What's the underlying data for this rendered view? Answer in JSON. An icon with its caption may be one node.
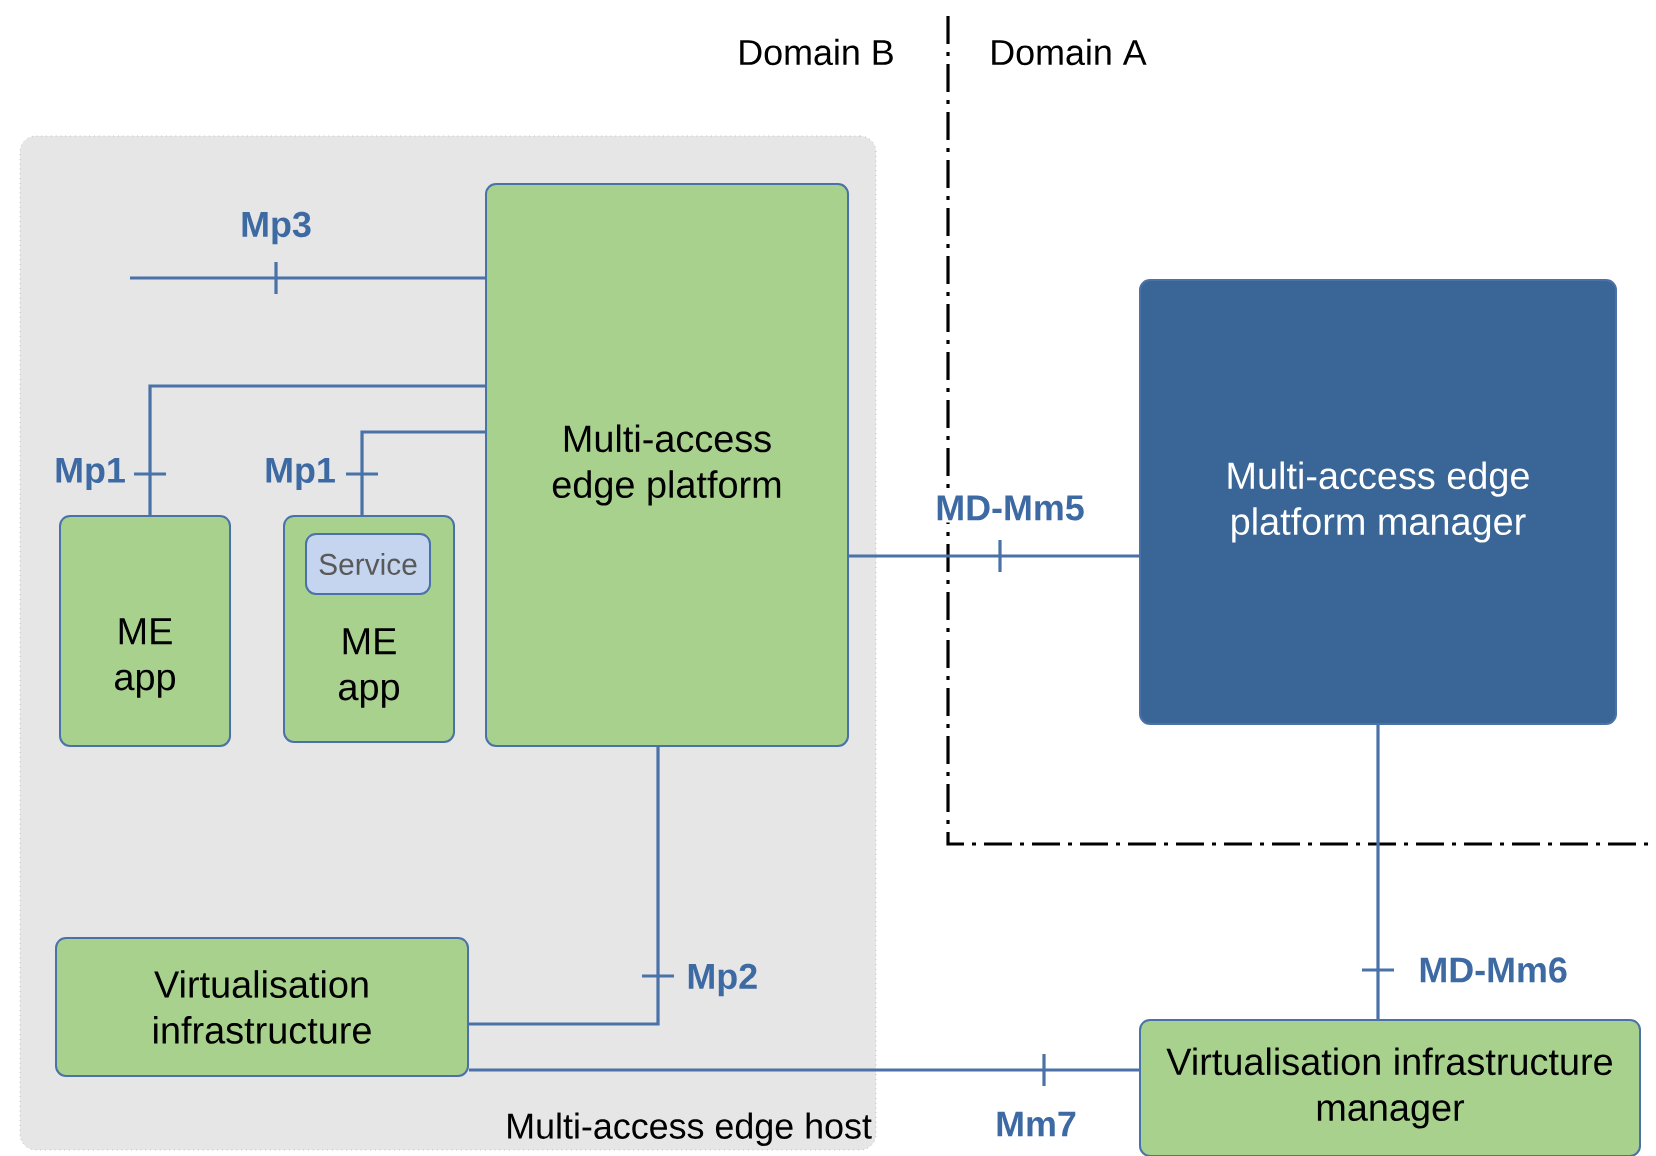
{
  "diagram": {
    "nodes": [
      {
        "text": [
          "Multi-access edge host"
        ]
      },
      {
        "text": [
          "Multi-access edge platform"
        ],
        "in": 0
      },
      {
        "text": [
          "ME app"
        ],
        "in": 0
      },
      {
        "text": [
          "ME app"
        ],
        "in": 0
      },
      {
        "text": [
          "Service"
        ],
        "in": 3
      },
      {
        "text": [
          "Virtualisation infrastructure"
        ],
        "in": 0
      },
      {
        "text": [
          "Multi-access edge platform manager"
        ]
      },
      {
        "text": [
          "Virtualisation infrastructure manager"
        ]
      }
    ],
    "edges": [
      {
        "from": null,
        "to": 1,
        "arrow": "none",
        "label": "Mp3"
      },
      {
        "from": 1,
        "to": 2,
        "arrow": "none",
        "label": "Mp1"
      },
      {
        "from": 1,
        "to": 3,
        "arrow": "none",
        "label": "Mp1"
      },
      {
        "from": 1,
        "to": 6,
        "arrow": "none",
        "label": "MD-Mm5"
      },
      {
        "from": 1,
        "to": 5,
        "arrow": "none",
        "label": "Mp2"
      },
      {
        "from": 6,
        "to": 7,
        "arrow": "none",
        "label": "MD-Mm6"
      },
      {
        "from": 5,
        "to": 7,
        "arrow": "none",
        "label": "Mm7"
      }
    ],
    "labels": [
      "Domain B",
      "Domain A"
    ]
  }
}
